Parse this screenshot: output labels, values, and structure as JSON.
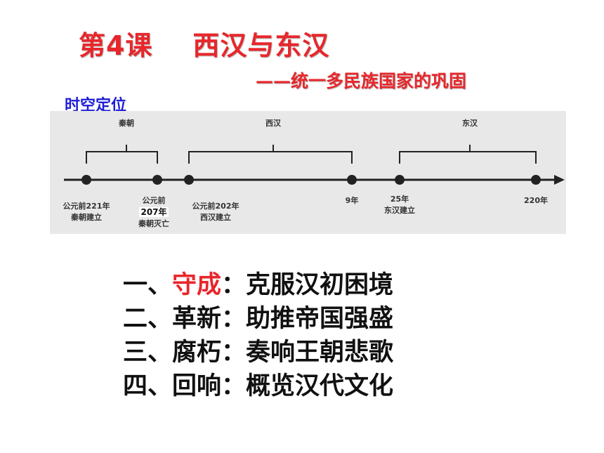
{
  "title": "第4课    西汉与东汉",
  "subtitle": "——统一多民族国家的巩固",
  "section_label": "时空定位",
  "timeline": {
    "periods": [
      "秦朝",
      "西汉",
      "东汉"
    ],
    "events": [
      {
        "line1": "公元前221年",
        "line2": "秦朝建立"
      },
      {
        "line1": "公元前",
        "line2": "207年",
        "line3": "秦朝灭亡"
      },
      {
        "line1": "公元前202年",
        "line2": "西汉建立"
      },
      {
        "line1": "9年"
      },
      {
        "line1": "25年",
        "line2": "东汉建立"
      },
      {
        "line1": "220年"
      }
    ]
  },
  "outline": [
    {
      "prefix": "一、",
      "key": "守成",
      "sep": "：",
      "text": "克服汉初困境"
    },
    {
      "prefix": "二、",
      "key": "革新",
      "sep": "：",
      "text": "助推帝国强盛"
    },
    {
      "prefix": "三、",
      "key": "腐朽",
      "sep": "：",
      "text": "奏响王朝悲歌"
    },
    {
      "prefix": "四、",
      "key": "回响",
      "sep": "：",
      "text": "概览汉代文化"
    }
  ],
  "colors": {
    "title": "#e8262b",
    "section_label": "#1d1dd6",
    "highlight": "#e8262b",
    "timeline_bg": "#e8e8e8"
  }
}
